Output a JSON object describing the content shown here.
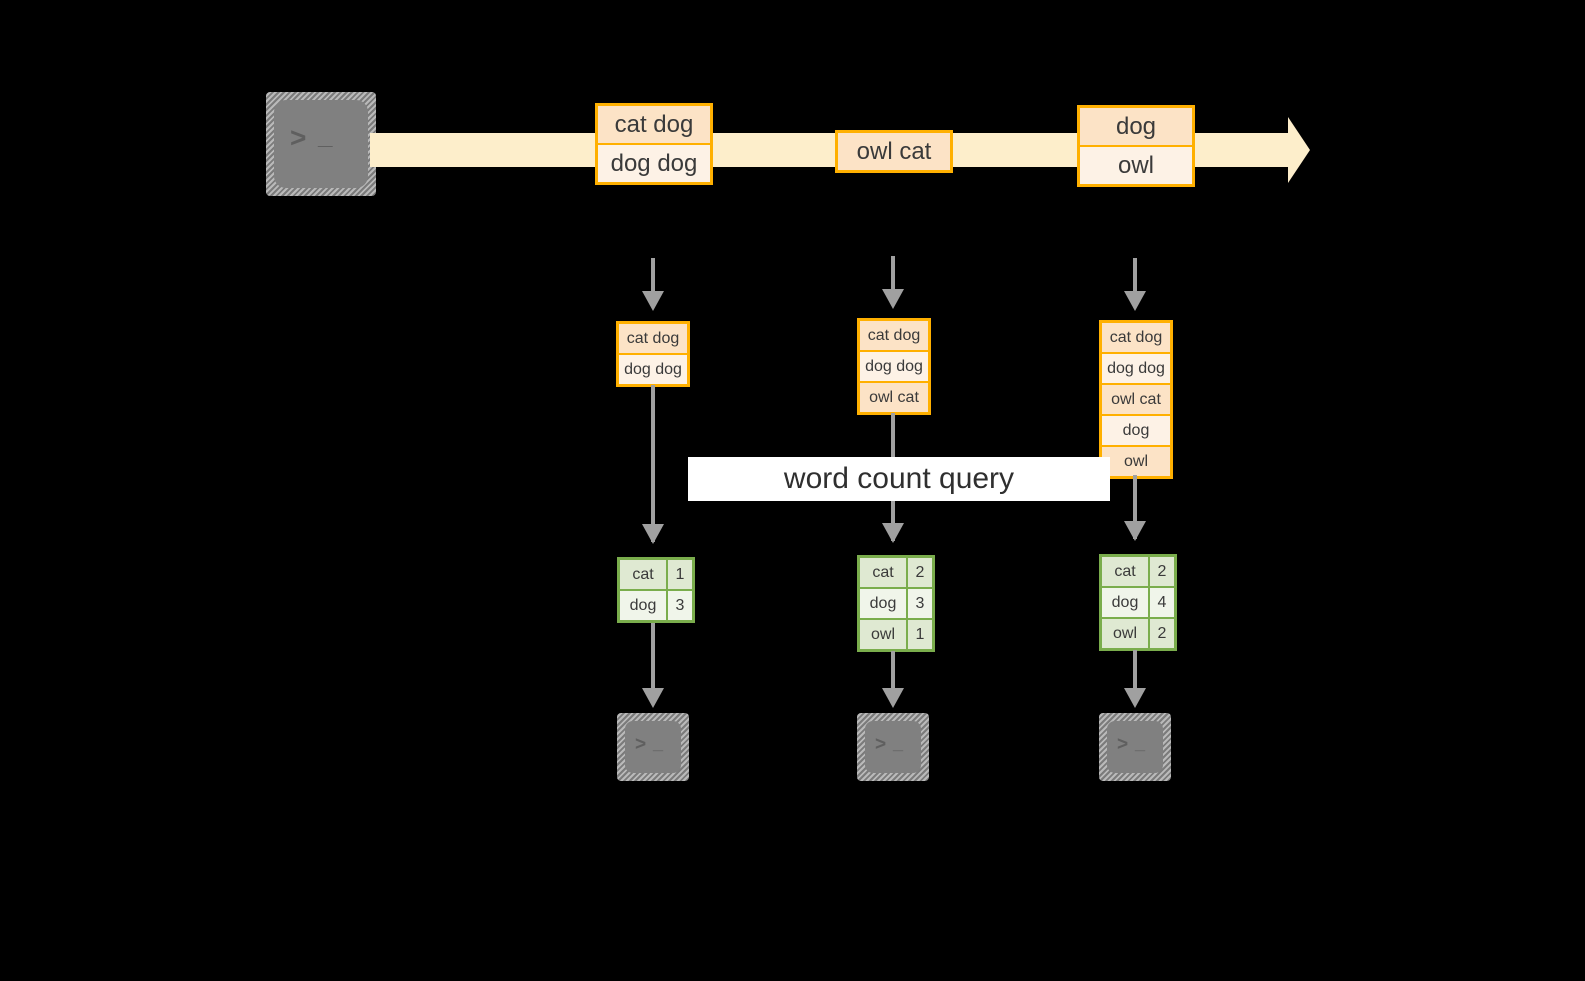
{
  "diagram": {
    "title_label": "word count query",
    "colors": {
      "background": "#000000",
      "stream_band": "#fdeecb",
      "record_border": "#ffb000",
      "record_fill_dark": "#fce3c6",
      "record_fill_light": "#fdf2e6",
      "table_border": "#7aad4c",
      "table_fill_dark": "#dfe9d2",
      "table_fill_light": "#f0f5ea",
      "arrow_gray": "#a0a0a0",
      "terminal_gray": "#808080",
      "label_bg": "#ffffff"
    },
    "source_terminal": {
      "icon": "terminal-icon",
      "prompt": ">",
      "cursor": "_"
    },
    "stream": {
      "groups": [
        {
          "name": "group-1",
          "rows": [
            "cat dog",
            "dog dog"
          ]
        },
        {
          "name": "group-2",
          "rows": [
            "owl cat"
          ]
        },
        {
          "name": "group-3",
          "rows": [
            "dog",
            "owl"
          ]
        }
      ]
    },
    "snapshots": [
      {
        "name": "snapshot-1",
        "records": [
          "cat dog",
          "dog dog"
        ],
        "counts": [
          {
            "word": "cat",
            "count": "1"
          },
          {
            "word": "dog",
            "count": "3"
          }
        ],
        "sink": {
          "icon": "terminal-icon",
          "prompt": ">",
          "cursor": "_"
        }
      },
      {
        "name": "snapshot-2",
        "records": [
          "cat dog",
          "dog dog",
          "owl cat"
        ],
        "counts": [
          {
            "word": "cat",
            "count": "2"
          },
          {
            "word": "dog",
            "count": "3"
          },
          {
            "word": "owl",
            "count": "1"
          }
        ],
        "sink": {
          "icon": "terminal-icon",
          "prompt": ">",
          "cursor": "_"
        }
      },
      {
        "name": "snapshot-3",
        "records": [
          "cat dog",
          "dog dog",
          "owl cat",
          "dog",
          "owl"
        ],
        "counts": [
          {
            "word": "cat",
            "count": "2"
          },
          {
            "word": "dog",
            "count": "4"
          },
          {
            "word": "owl",
            "count": "2"
          }
        ],
        "sink": {
          "icon": "terminal-icon",
          "prompt": ">",
          "cursor": "_"
        }
      }
    ]
  }
}
